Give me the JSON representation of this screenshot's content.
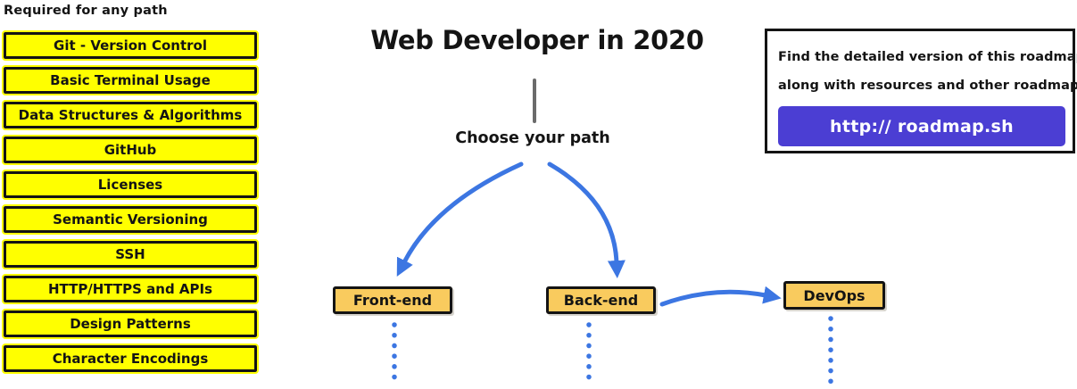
{
  "left_panel": {
    "title": "Required for any path",
    "items": [
      "Git - Version Control",
      "Basic Terminal Usage",
      "Data Structures & Algorithms",
      "GitHub",
      "Licenses",
      "Semantic Versioning",
      "SSH",
      "HTTP/HTTPS and APIs",
      "Design Patterns",
      "Character Encodings"
    ]
  },
  "center": {
    "title": "Web Developer in 2020",
    "subtitle": "Choose your path",
    "nodes": {
      "frontend": "Front-end",
      "backend": "Back-end",
      "devops": "DevOps"
    }
  },
  "info_box": {
    "line1": "Find the detailed version of this roadmap",
    "line2": "along with resources and other roadmaps",
    "link_label": "http:// roadmap.sh"
  },
  "colors": {
    "required_item_bg": "#FFFF00",
    "path_node_bg": "#F9CB5E",
    "arrow_blue": "#3C76E2",
    "link_button_bg": "#4B3ED3",
    "divider_gray": "#6B6B6B",
    "border_black": "#141414"
  }
}
